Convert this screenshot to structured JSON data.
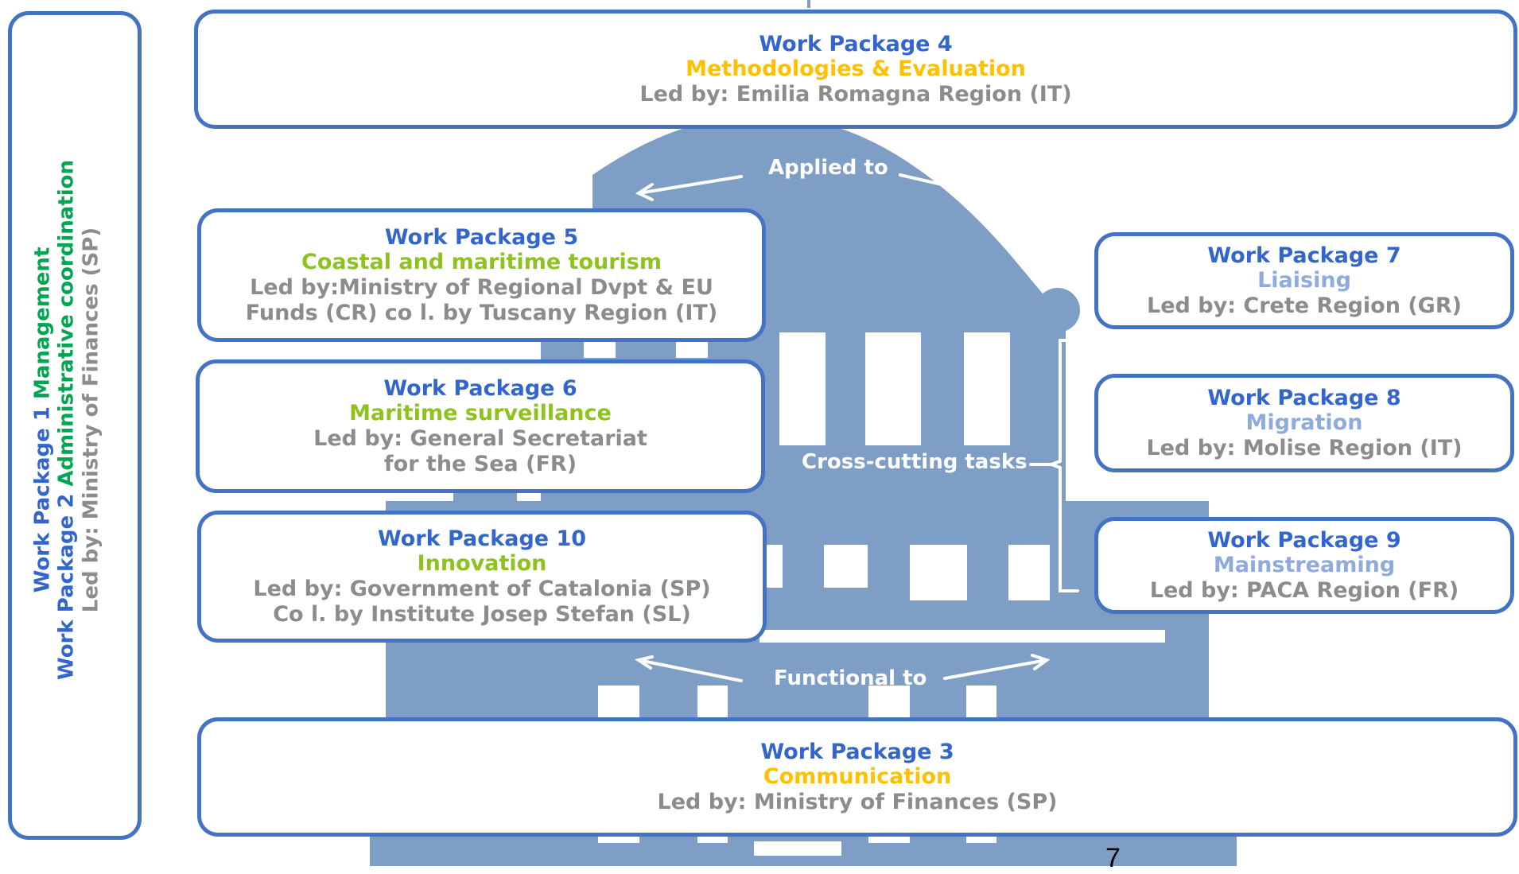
{
  "colors": {
    "border": "#4472c4",
    "title_blue": "#3366cc",
    "orange": "#ffc000",
    "green": "#8dc21f",
    "lilac": "#8faadc",
    "gray": "#8c8c8c",
    "dome": "#7f9ec6",
    "management_green": "#00a651"
  },
  "side_panel": {
    "line1_a": "Work Package 1",
    "line1_b": "Management",
    "line2_a": "Work Package 2",
    "line2_b": "Administrative coordination",
    "line3": "Led by: Ministry of Finances (SP)"
  },
  "wp4": {
    "title": "Work Package 4",
    "subtitle": "Methodologies & Evaluation",
    "lead": "Led by: Emilia Romagna Region (IT)"
  },
  "wp5": {
    "title": "Work Package 5",
    "subtitle": "Coastal and maritime tourism",
    "lead": "Led by:Ministry of Regional Dvpt & EU\nFunds (CR) co l. by Tuscany Region (IT)"
  },
  "wp6": {
    "title": "Work Package 6",
    "subtitle": "Maritime surveillance",
    "lead": "Led by: General Secretariat\nfor the Sea (FR)"
  },
  "wp10": {
    "title": "Work Package 10",
    "subtitle": "Innovation",
    "lead": "Led by: Government of Catalonia (SP)\nCo l. by Institute Josep Stefan (SL)"
  },
  "wp7": {
    "title": "Work Package 7",
    "subtitle": "Liaising",
    "lead": "Led by: Crete Region (GR)"
  },
  "wp8": {
    "title": "Work Package 8",
    "subtitle": "Migration",
    "lead": "Led by: Molise Region (IT)"
  },
  "wp9": {
    "title": "Work Package 9",
    "subtitle": "Mainstreaming",
    "lead": "Led by: PACA Region (FR)"
  },
  "wp3": {
    "title": "Work Package 3",
    "subtitle": "Communication",
    "lead": "Led by: Ministry of Finances (SP)"
  },
  "labels": {
    "applied_to": "Applied to",
    "cross_cutting": "Cross-cutting tasks",
    "functional_to": "Functional to"
  },
  "page_number": "7"
}
